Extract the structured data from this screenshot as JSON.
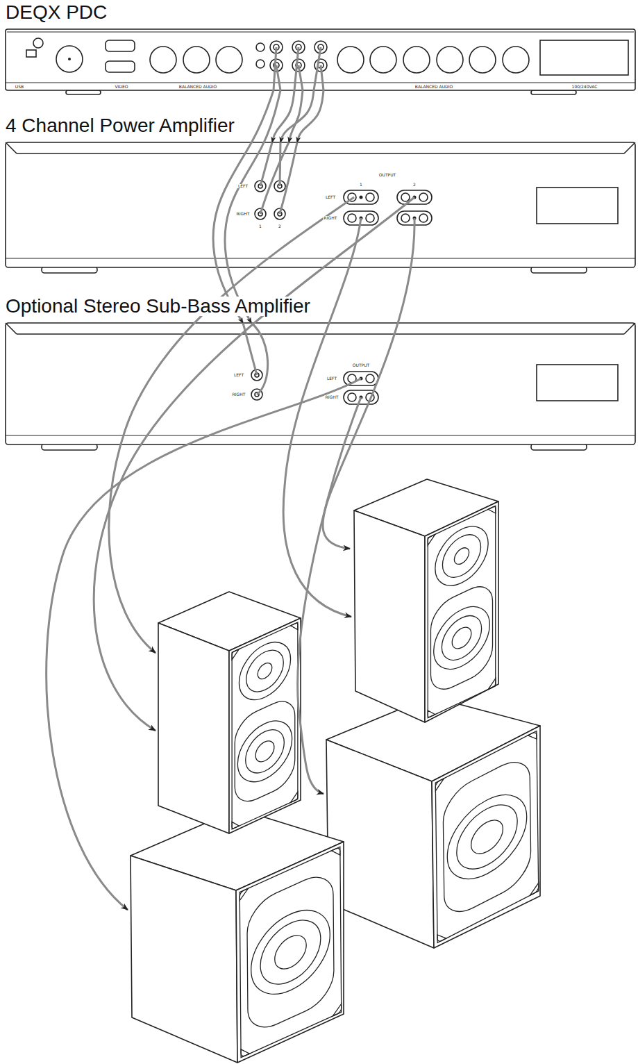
{
  "diagram": {
    "nodes": [
      {
        "text": [
          "DEQX PDC"
        ]
      },
      {
        "text": [
          "4 Channel Power Amplifier"
        ]
      },
      {
        "text": [
          "Optional Stereo Sub-Bass Amplifier"
        ]
      }
    ],
    "edges": [
      {
        "from": 0,
        "to": 1,
        "arrow": "to"
      },
      {
        "from": 0,
        "to": 1,
        "arrow": "to"
      },
      {
        "from": 0,
        "to": 1,
        "arrow": "to"
      },
      {
        "from": 0,
        "to": 1,
        "arrow": "to"
      },
      {
        "from": 0,
        "to": 2,
        "arrow": "to"
      },
      {
        "from": 0,
        "to": 2,
        "arrow": "to"
      }
    ],
    "labels": [
      "USB",
      "VIDEO",
      "BALANCED AUDIO",
      "BALANCED AUDIO",
      "100/240VAC",
      "LEFT",
      "RIGHT",
      "1",
      "2",
      "OUTPUT",
      "1",
      "2",
      "LEFT",
      "RIGHT",
      "LEFT",
      "RIGHT",
      "OUTPUT",
      "LEFT",
      "RIGHT"
    ]
  }
}
